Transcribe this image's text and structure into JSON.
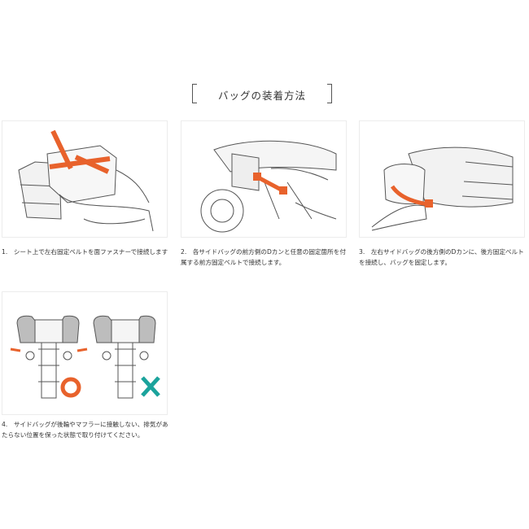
{
  "header": {
    "title": "バッグの装着方法"
  },
  "steps": [
    {
      "caption": "1.　シート上で左右固定ベルトを面ファスナーで接続します"
    },
    {
      "caption": "2.　各サイドバッグの前方側のDカンと任意の固定箇所を付属する前方固定ベルトで接続します。"
    },
    {
      "caption": "3.　左右サイドバッグの後方側のDカンに、後方固定ベルトを接続し、バッグを固定します。"
    },
    {
      "caption": "4.　サイドバッグが後輪やマフラーに接触しない、排気があたらない位置を保った状態で取り付けてください。"
    }
  ],
  "colors": {
    "accent": "#e8622c",
    "ok": "#e8622c",
    "ng": "#1ba39c",
    "line": "#555555"
  },
  "icons": {
    "correct": "circle-o-icon",
    "incorrect": "cross-x-icon"
  }
}
